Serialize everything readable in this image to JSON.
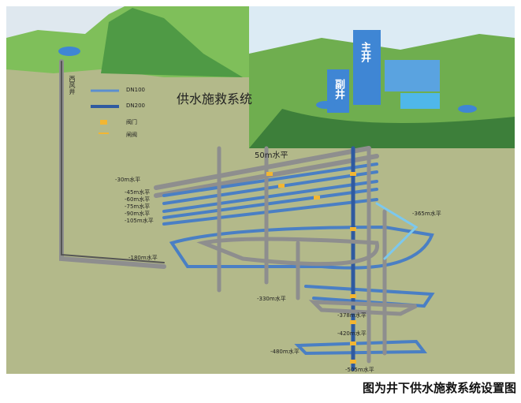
{
  "title": "供水施救系统",
  "caption": "图为井下供水施救系统设置图",
  "legend": [
    {
      "label": "DN100",
      "color": "#5b8fd0"
    },
    {
      "label": "DN200",
      "color": "#2f5aa0"
    },
    {
      "label": "阀门",
      "icon": "valve-icon"
    },
    {
      "label": "闸阀",
      "icon": "gate-valve-icon"
    }
  ],
  "shafts": {
    "west": "西风井",
    "main": "主井",
    "aux": "副井"
  },
  "levels": [
    "-30m水平",
    "-45m水平",
    "-60m水平",
    "-75m水平",
    "-90m水平",
    "-105m水平",
    "-180m水平",
    "-330m水平",
    "-378m水平",
    "-420m水平",
    "-480m水平",
    "-505m水平",
    "-365m水平",
    "50m水平"
  ],
  "colors": {
    "ground": "#b3b98a",
    "pipe_light": "#5b8fd0",
    "pipe_dark": "#2f5aa0",
    "tunnel": "#8e8e8e",
    "valve": "#f2b632"
  }
}
